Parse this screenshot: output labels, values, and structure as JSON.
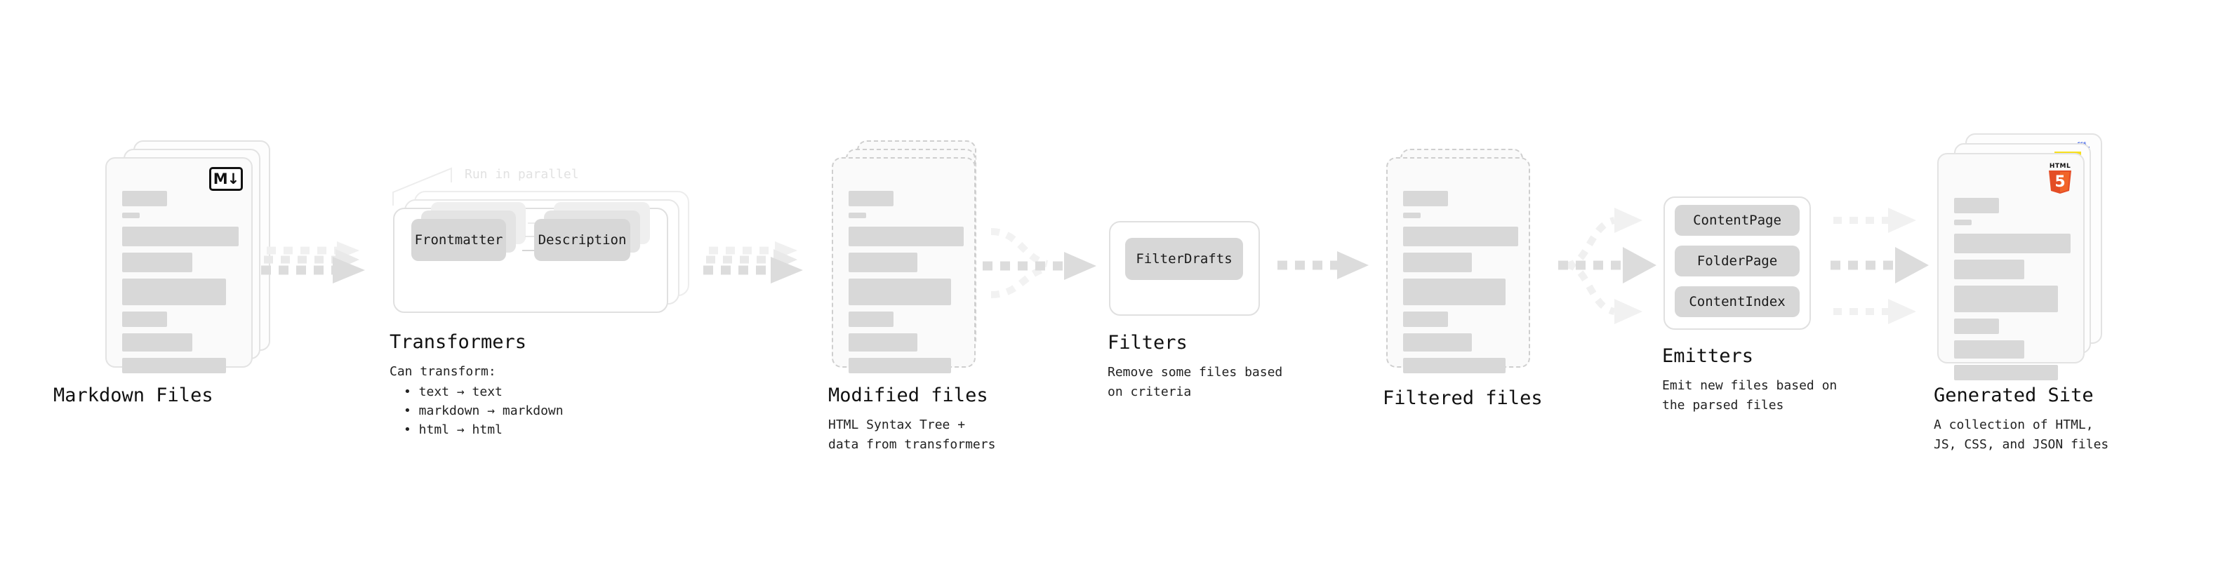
{
  "diagram": {
    "type": "pipeline-flow",
    "title_font": "monospace",
    "background": "#ffffff",
    "accent_colors": {
      "card_fill": "#fafafa",
      "card_border": "#e3e3e3",
      "dashed_border": "#cfcfcf",
      "placeholder_line": "#d8d8d8",
      "chip_fill": "#d7d7d7",
      "arrow": "#d5d5d5",
      "html5_orange": "#E44D26",
      "html5_orange_light": "#F16529",
      "js_yellow": "#F7DF1E",
      "css_blue": "#264DE4",
      "markdown_black": "#111111",
      "muted_text": "#e2e2e2"
    }
  },
  "stages": [
    {
      "id": "markdown-files",
      "title": "Markdown Files",
      "description": "",
      "kind": "file-stack",
      "stack_count": 3,
      "badge": "markdown-badge",
      "badge_text": "M↓"
    },
    {
      "id": "transformers",
      "title": "Transformers",
      "description": "Can transform:",
      "kind": "process-group",
      "stack_count": 3,
      "annotation": "Run in parallel",
      "chips": [
        "Frontmatter",
        "Description"
      ],
      "bullets": [
        "• text → text",
        "• markdown → markdown",
        "• html → html"
      ]
    },
    {
      "id": "modified-files",
      "title": "Modified files",
      "description": "HTML Syntax Tree +\ndata from transformers",
      "kind": "file-stack-dashed",
      "stack_count": 3
    },
    {
      "id": "filters",
      "title": "Filters",
      "description": "Remove some files based\non criteria",
      "kind": "process-group",
      "stack_count": 1,
      "chips": [
        "FilterDrafts"
      ]
    },
    {
      "id": "filtered-files",
      "title": "Filtered files",
      "description": "",
      "kind": "file-stack-dashed",
      "stack_count": 2
    },
    {
      "id": "emitters",
      "title": "Emitters",
      "description": "Emit new files based on\nthe parsed files",
      "kind": "process-group",
      "stack_count": 1,
      "chips": [
        "ContentPage",
        "FolderPage",
        "ContentIndex"
      ]
    },
    {
      "id": "generated-site",
      "title": "Generated Site",
      "description": "A collection of HTML,\nJS, CSS, and JSON files",
      "kind": "file-stack",
      "stack_count": 3,
      "badges": [
        "html5-badge",
        "js-badge",
        "css-badge"
      ],
      "badge_texts": {
        "html5": "HTML",
        "html5_number": "5",
        "css": "CSS"
      }
    }
  ],
  "connectors": [
    {
      "from": "markdown-files",
      "to": "transformers",
      "style": "dashed-multi",
      "branches": 3
    },
    {
      "from": "transformers",
      "to": "modified-files",
      "style": "dashed-multi",
      "branches": 3
    },
    {
      "from": "modified-files",
      "to": "filters",
      "style": "dashed-converge",
      "branches": 3
    },
    {
      "from": "filters",
      "to": "filtered-files",
      "style": "dashed-single",
      "branches": 1
    },
    {
      "from": "filtered-files",
      "to": "emitters",
      "style": "dashed-fanout",
      "branches": 3
    },
    {
      "from": "emitters",
      "to": "generated-site",
      "style": "dashed-parallel",
      "branches": 3
    }
  ]
}
